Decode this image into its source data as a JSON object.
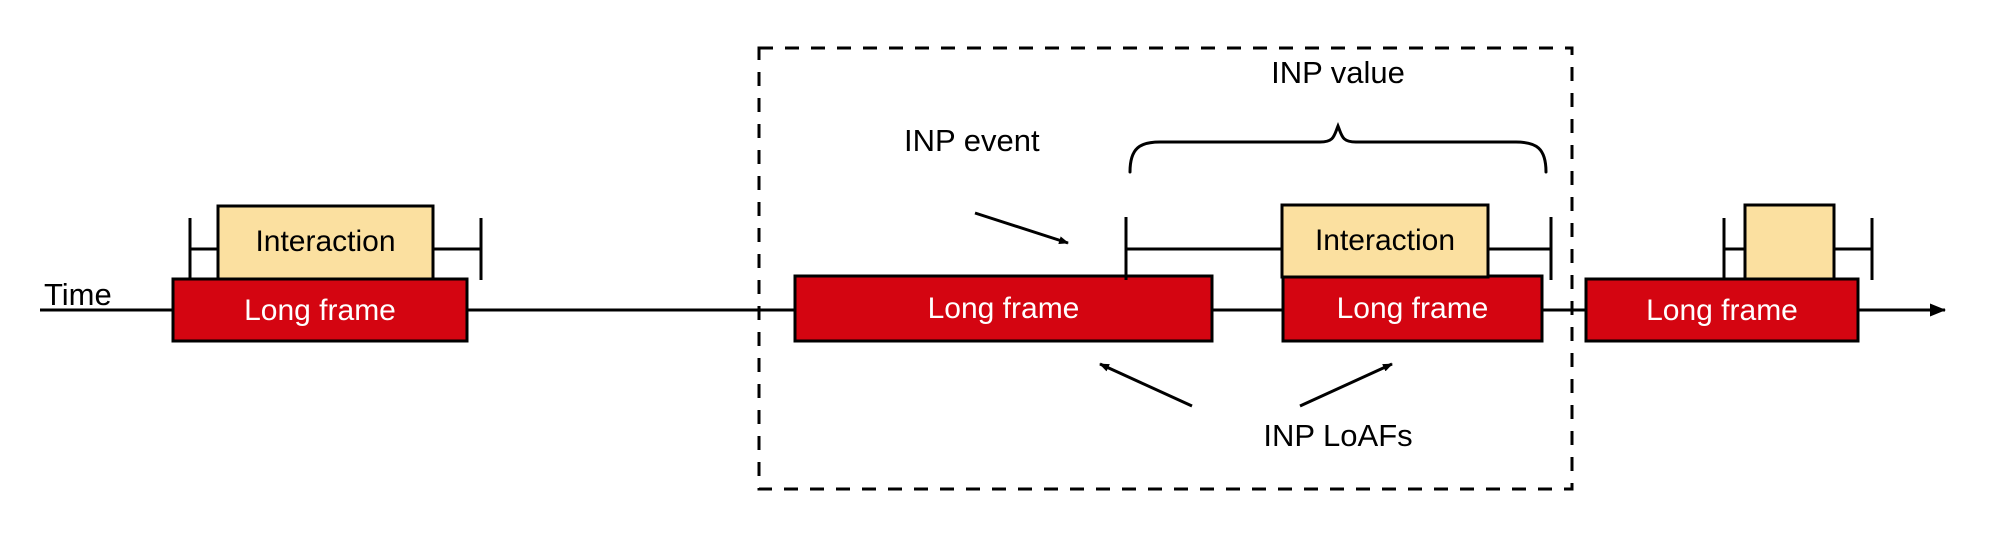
{
  "diagram": {
    "title_axis_label": "Time",
    "colors": {
      "long_frame_fill": "#d40511",
      "long_frame_stroke": "#000000",
      "interaction_fill": "#fbe0a0",
      "interaction_stroke": "#000000",
      "line": "#000000",
      "background": "#ffffff",
      "frame_text": "#ffffff",
      "interaction_text": "#000000"
    },
    "annotations": {
      "inp_event": "INP event",
      "inp_value": "INP value",
      "inp_loafs": "INP LoAFs"
    },
    "labels": {
      "long_frame": "Long frame",
      "interaction": "Interaction"
    },
    "groups": [
      {
        "name": "first-group",
        "long_frame": "Long frame",
        "interaction": "Interaction"
      },
      {
        "name": "inp-group-frame-1",
        "long_frame": "Long frame"
      },
      {
        "name": "inp-group-frame-2",
        "long_frame": "Long frame",
        "interaction": "Interaction"
      },
      {
        "name": "last-group",
        "long_frame": "Long frame"
      }
    ]
  }
}
